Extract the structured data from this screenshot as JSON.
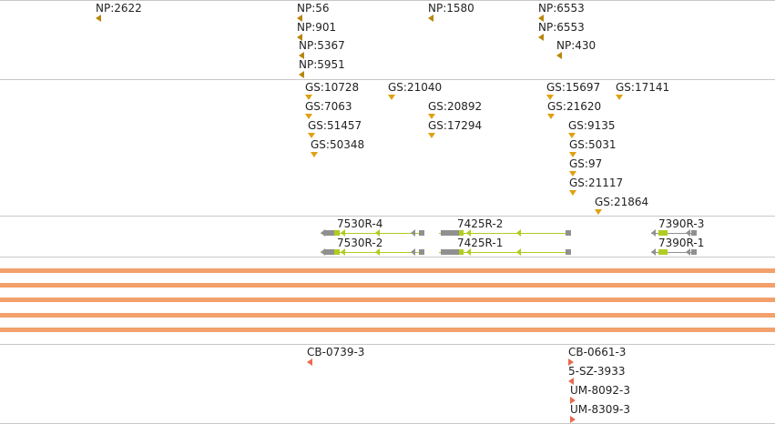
{
  "colors": {
    "np_marker": "#b8860b",
    "gs_marker": "#e0a010",
    "tx_line": "#b0cc20",
    "tx_block_utr": "#909090",
    "tx_block_cds": "#b0cc20",
    "band": "#f4a06c",
    "cb_marker": "#e86a50",
    "separator": "#c8c8c8"
  },
  "np_track": [
    {
      "label": "NP:2622"
    },
    {
      "label": "NP:56"
    },
    {
      "label": "NP:901"
    },
    {
      "label": "NP:5367"
    },
    {
      "label": "NP:5951"
    },
    {
      "label": "NP:1580"
    },
    {
      "label": "NP:6553"
    },
    {
      "label": "NP:6553"
    },
    {
      "label": "NP:430"
    }
  ],
  "gs_track": [
    {
      "label": "GS:10728"
    },
    {
      "label": "GS:7063"
    },
    {
      "label": "GS:51457"
    },
    {
      "label": "GS:50348"
    },
    {
      "label": "GS:21040"
    },
    {
      "label": "GS:20892"
    },
    {
      "label": "GS:17294"
    },
    {
      "label": "GS:15697"
    },
    {
      "label": "GS:21620"
    },
    {
      "label": "GS:9135"
    },
    {
      "label": "GS:5031"
    },
    {
      "label": "GS:97"
    },
    {
      "label": "GS:21117"
    },
    {
      "label": "GS:21864"
    },
    {
      "label": "GS:17141"
    }
  ],
  "transcripts": [
    {
      "label": "7530R-4"
    },
    {
      "label": "7530R-2"
    },
    {
      "label": "7425R-2"
    },
    {
      "label": "7425R-1"
    },
    {
      "label": "7390R-3"
    },
    {
      "label": "7390R-1"
    }
  ],
  "cb_track": [
    {
      "label": "CB-0739-3"
    },
    {
      "label": "CB-0661-3"
    },
    {
      "label": "5-SZ-3933"
    },
    {
      "label": "UM-8092-3"
    },
    {
      "label": "UM-8309-3"
    }
  ]
}
